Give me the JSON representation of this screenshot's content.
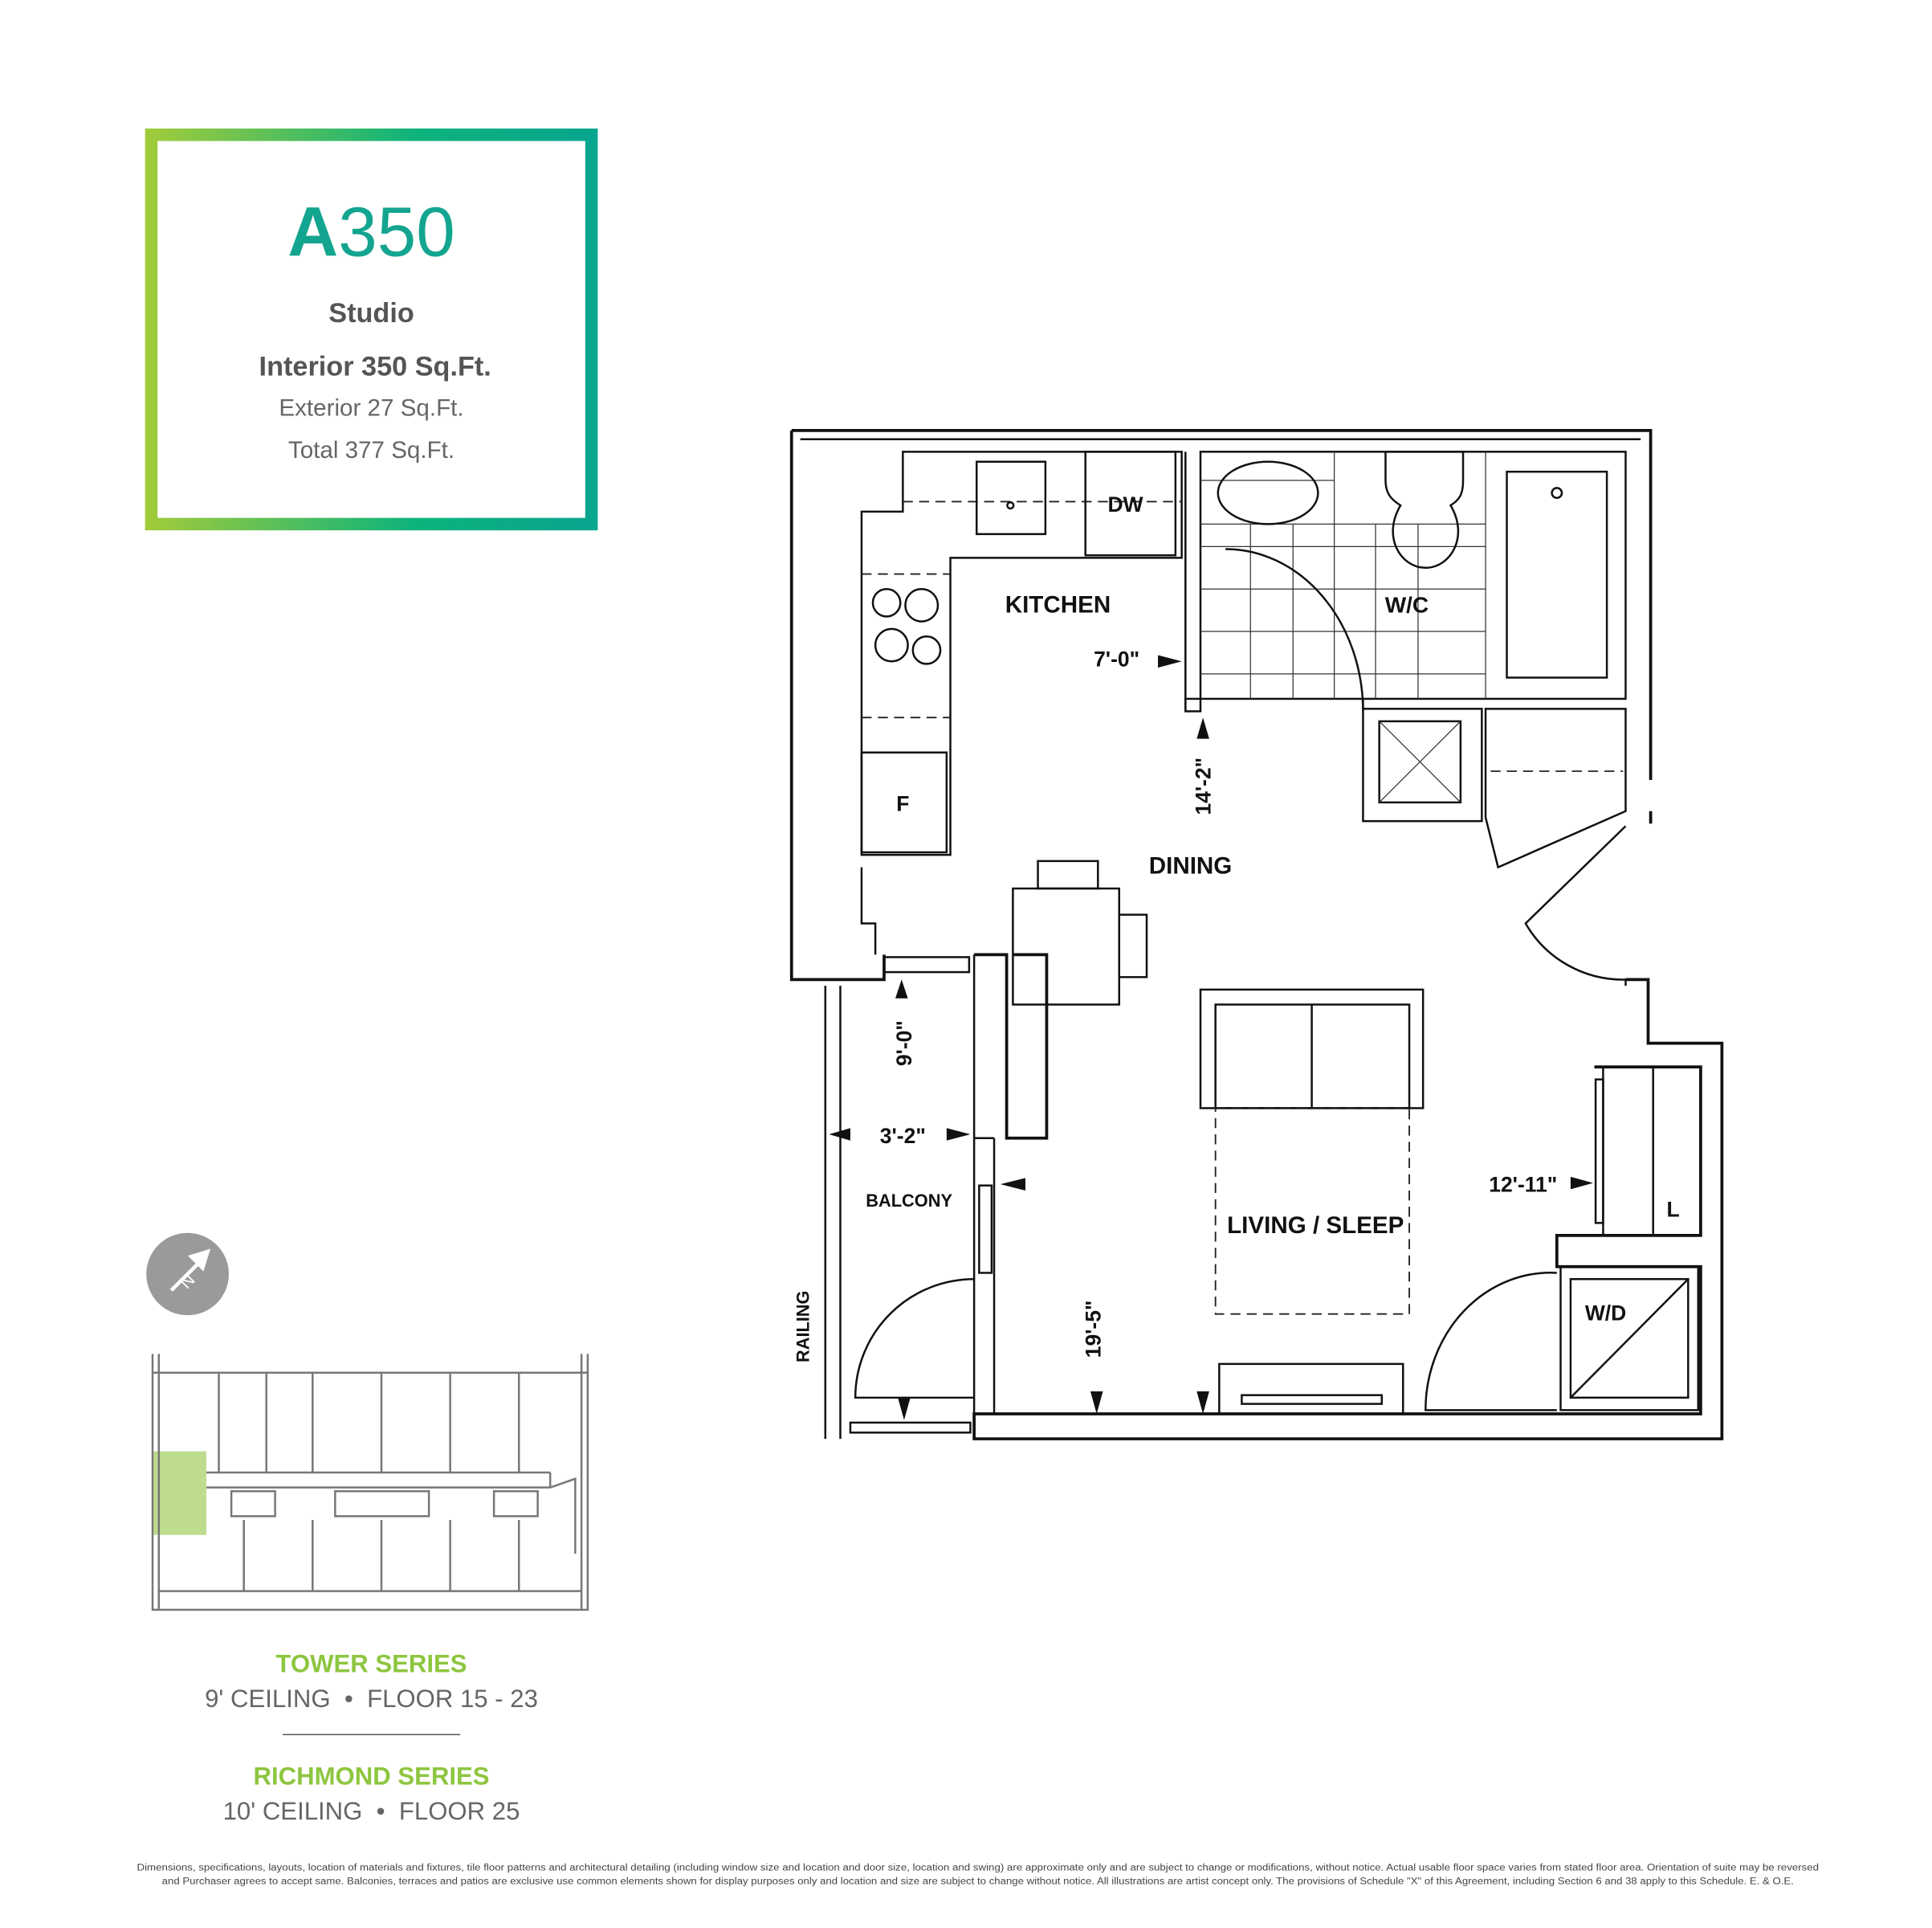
{
  "unit": {
    "code_bold": "A",
    "code_rest": "350",
    "type": "Studio",
    "interior": "Interior 350 Sq.Ft.",
    "exterior": "Exterior 27 Sq.Ft.",
    "total": "Total 377 Sq.Ft."
  },
  "colors": {
    "teal": "#13a58f",
    "lime": "#8dc63f",
    "keyplan_highlight": "#bddc8e",
    "compass": "#9a9a9a"
  },
  "plan": {
    "rooms": {
      "kitchen": "KITCHEN",
      "wc": "W/C",
      "dining": "DINING",
      "living": "LIVING / SLEEP",
      "balcony": "BALCONY",
      "railing": "RAILING"
    },
    "fixtures": {
      "dw": "DW",
      "fridge": "F",
      "wd": "W/D",
      "linen": "L"
    },
    "dimensions": {
      "kitchen_width": "7'-0\"",
      "kitchen_depth": "14'-2\"",
      "balcony_depth": "9'-0\"",
      "balcony_width": "3'-2\"",
      "living_width": "12'-11\"",
      "living_depth": "19'-5\""
    }
  },
  "compass": {
    "label": "N",
    "icon": "north-arrow-icon"
  },
  "series": [
    {
      "name": "TOWER SERIES",
      "detail": "9' CEILING  •  FLOOR 15 - 23"
    },
    {
      "name": "RICHMOND SERIES",
      "detail": "10' CEILING  •  FLOOR 25"
    }
  ],
  "disclaimer": [
    "Dimensions, specifications, layouts, location of materials and fixtures, tile floor patterns and architectural detailing (including window size and location and door size, location and swing) are approximate only and are subject to change or modifications, without notice. Actual usable floor space varies from stated floor area. Orientation of suite may be reversed",
    "and Purchaser agrees to accept same. Balconies, terraces and patios are exclusive use common elements shown for display purposes only and location and size are subject to change without notice. All illustrations are artist concept only. The provisions of Schedule \"X\" of this Agreement, including Section 6 and 38 apply to this Schedule. E. & O.E."
  ]
}
